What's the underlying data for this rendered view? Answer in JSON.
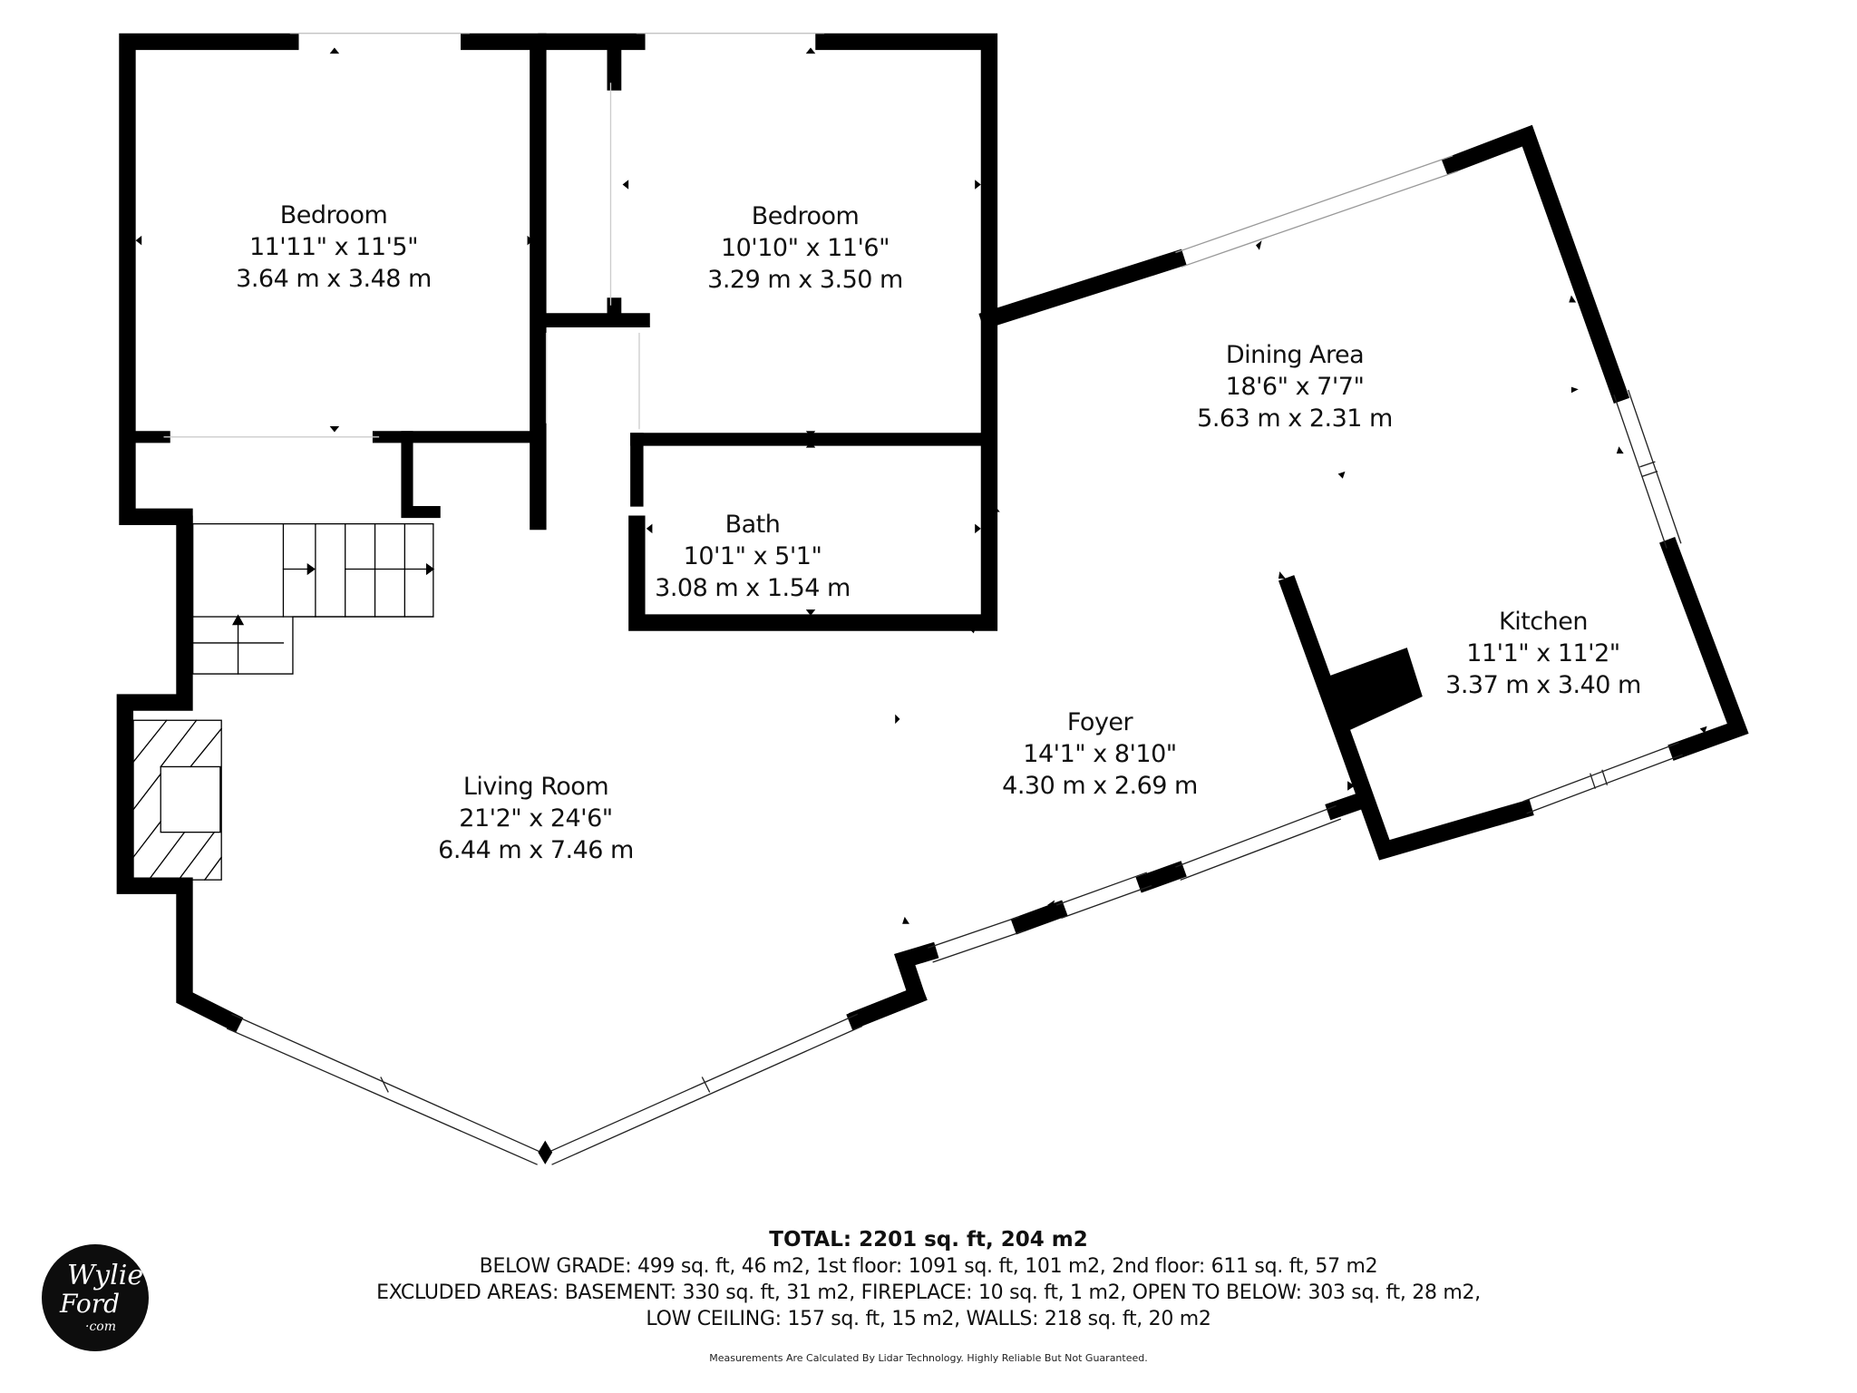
{
  "rooms": [
    {
      "id": "bedroom-1",
      "name": "Bedroom",
      "imperial": "11'11\" x 11'5\"",
      "metric": "3.64 m x 3.48 m"
    },
    {
      "id": "bedroom-2",
      "name": "Bedroom",
      "imperial": "10'10\" x 11'6\"",
      "metric": "3.29 m x 3.50 m"
    },
    {
      "id": "dining-area",
      "name": "Dining Area",
      "imperial": "18'6\" x 7'7\"",
      "metric": "5.63 m x 2.31 m"
    },
    {
      "id": "bath",
      "name": "Bath",
      "imperial": "10'1\" x 5'1\"",
      "metric": "3.08 m x 1.54 m"
    },
    {
      "id": "kitchen",
      "name": "Kitchen",
      "imperial": "11'1\" x 11'2\"",
      "metric": "3.37 m x 3.40 m"
    },
    {
      "id": "foyer",
      "name": "Foyer",
      "imperial": "14'1\" x 8'10\"",
      "metric": "4.30 m x 2.69 m"
    },
    {
      "id": "living-room",
      "name": "Living Room",
      "imperial": "21'2\" x 24'6\"",
      "metric": "6.44 m x 7.46 m"
    }
  ],
  "summary": {
    "total": "TOTAL: 2201 sq. ft, 204 m2",
    "floors": "BELOW GRADE: 499 sq. ft, 46 m2, 1st floor: 1091 sq. ft, 101 m2, 2nd floor: 611 sq. ft, 57 m2",
    "excluded_1": "EXCLUDED AREAS: BASEMENT: 330 sq. ft, 31 m2, FIREPLACE: 10 sq. ft, 1 m2, OPEN TO BELOW: 303 sq. ft, 28 m2,",
    "excluded_2": "LOW CEILING: 157 sq. ft, 15 m2, WALLS: 218 sq. ft, 20 m2"
  },
  "disclaimer": "Measurements Are Calculated By Lidar Technology. Highly Reliable But Not Guaranteed.",
  "logo": {
    "line1": "Wylie",
    "line2": "Ford",
    "line3": "·com",
    "bg_color": "#0d0d0d"
  },
  "colors": {
    "wall": "#000000",
    "background": "#ffffff",
    "window_line": "#222222"
  }
}
